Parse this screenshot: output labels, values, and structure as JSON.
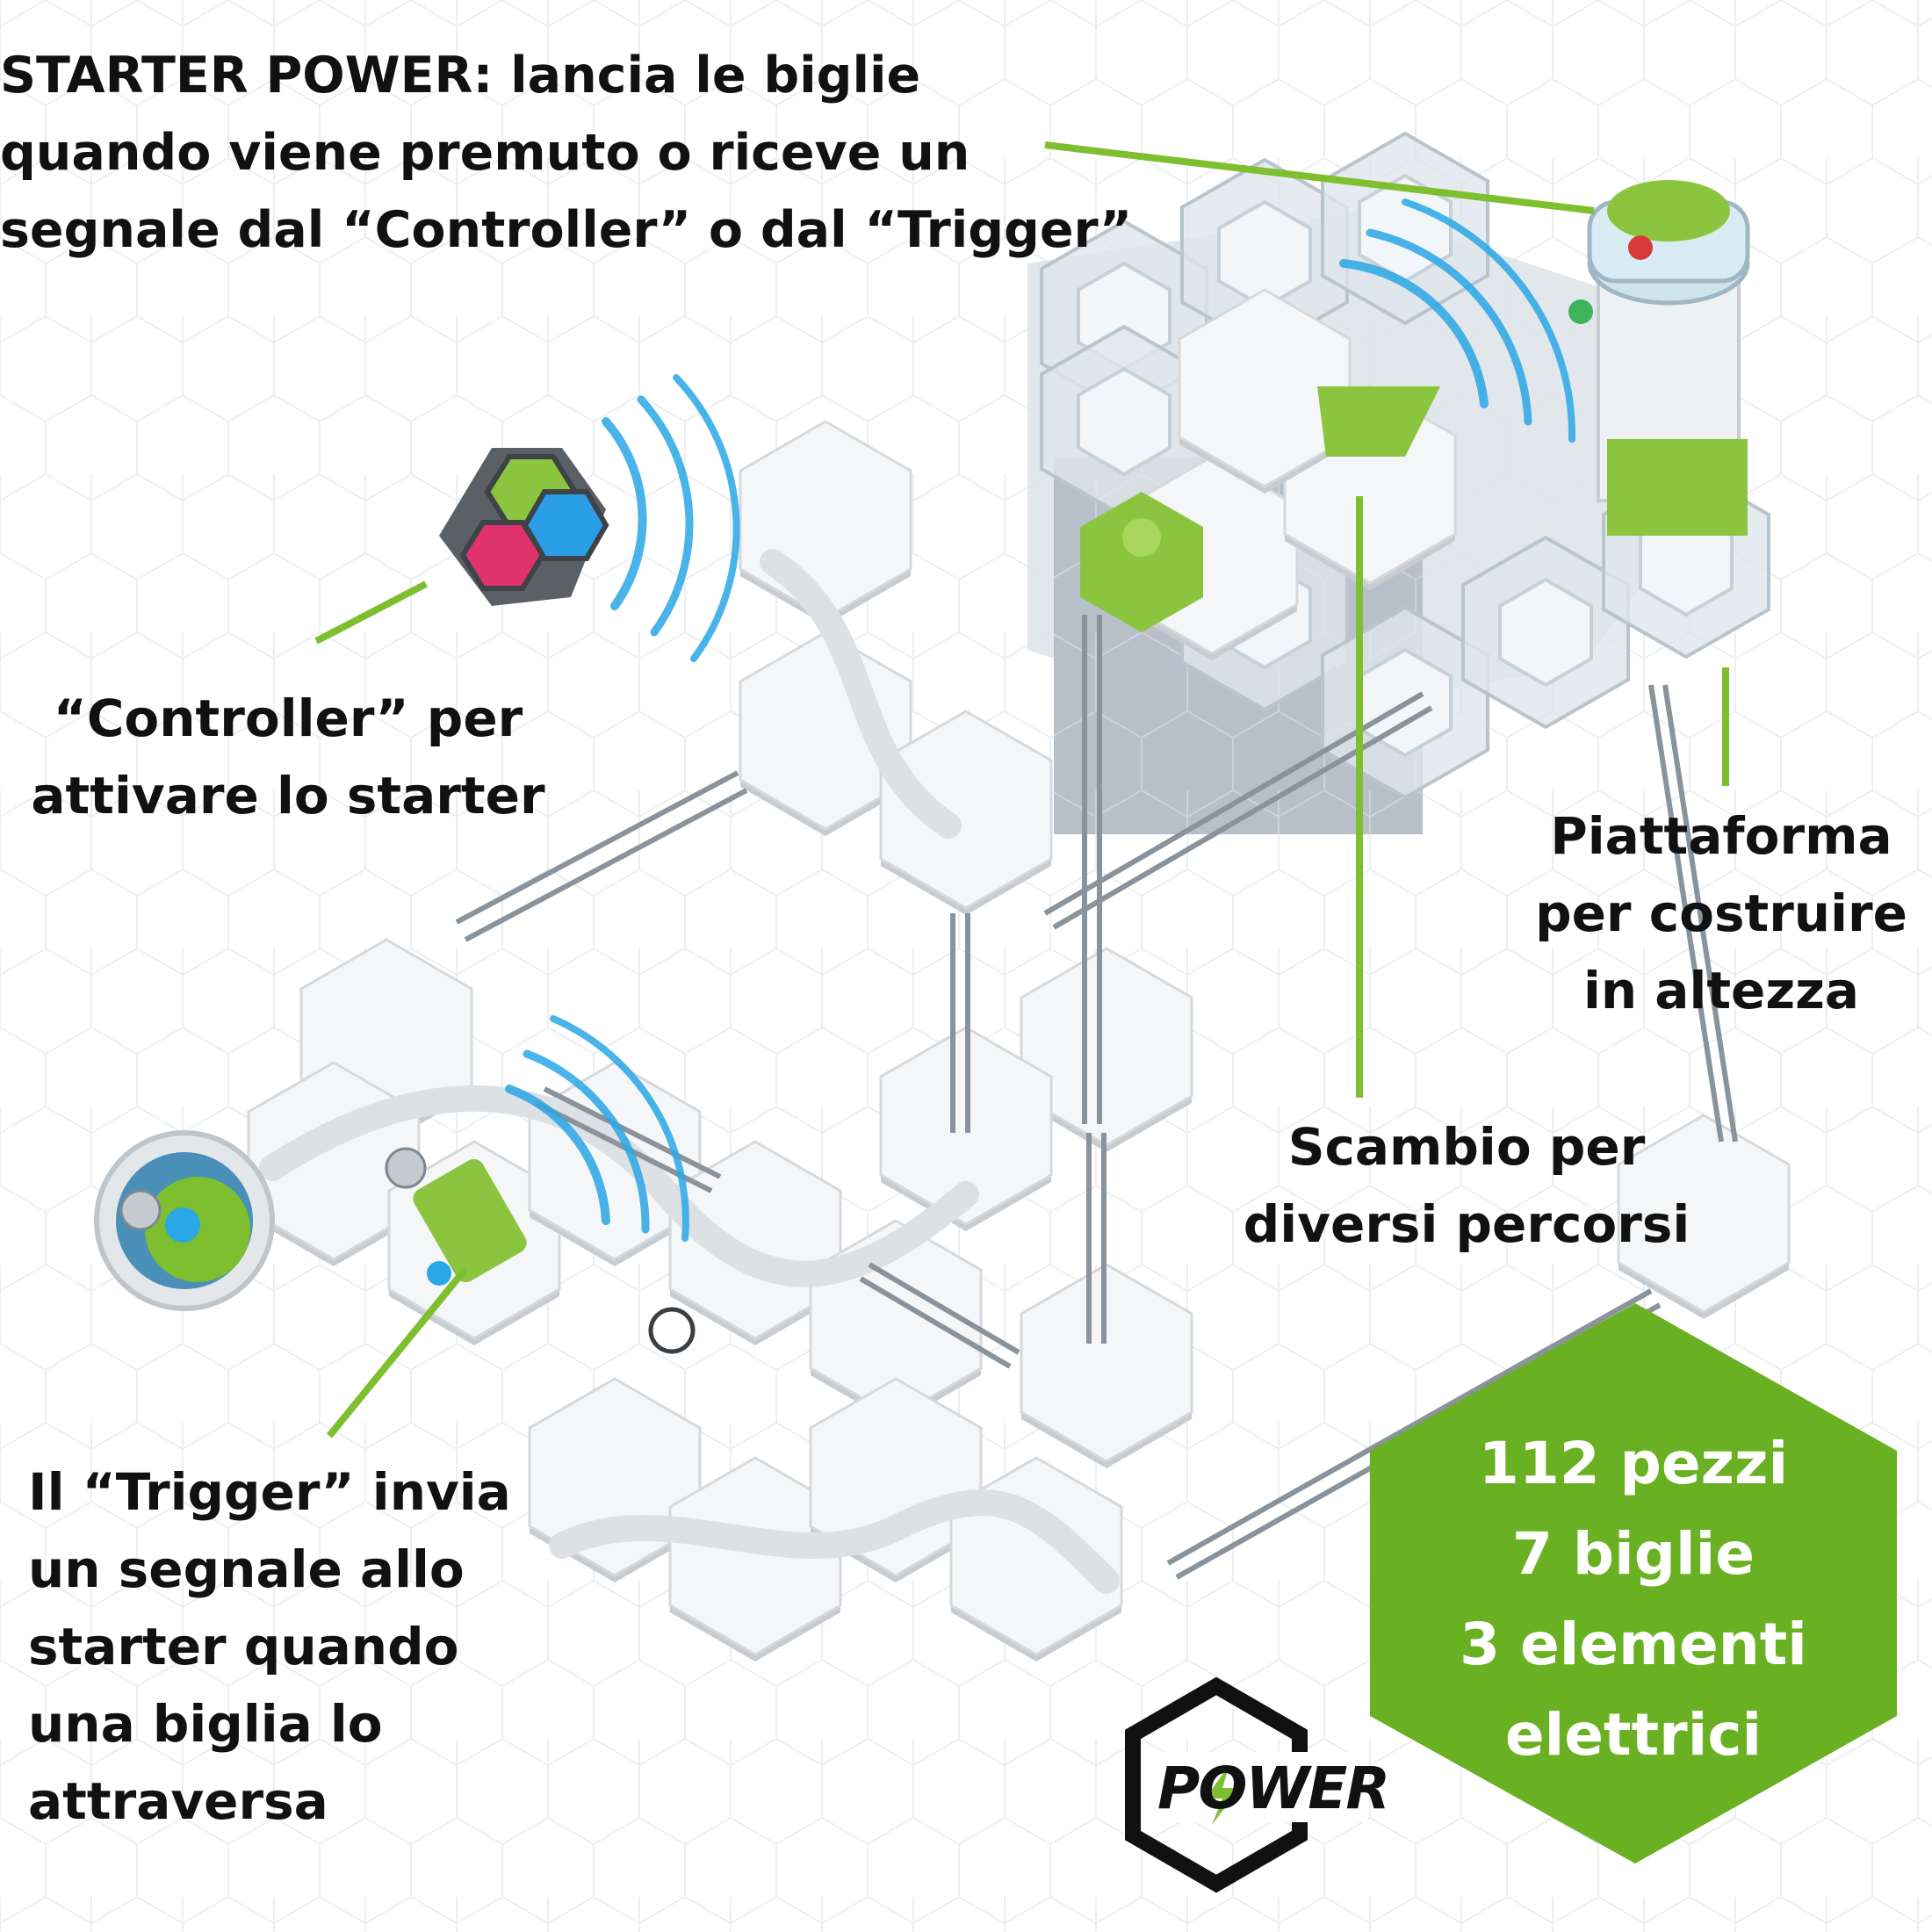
{
  "annotations": {
    "starter": {
      "lines": [
        "STARTER POWER: lancia le biglie",
        "quando viene premuto o riceve un",
        "segnale dal “Controller” o dal “Trigger”"
      ]
    },
    "controller": {
      "lines": [
        "“Controller” per",
        "attivare lo starter"
      ]
    },
    "platform": {
      "lines": [
        "Piattaforma",
        "per costruire",
        "in altezza"
      ]
    },
    "switch": {
      "lines": [
        "Scambio per",
        "diversi percorsi"
      ]
    },
    "trigger": {
      "lines": [
        "Il “Trigger” invia",
        "un segnale allo",
        "starter quando",
        "una biglia lo",
        "attraversa"
      ]
    }
  },
  "badge": {
    "lines": [
      "112 pezzi",
      "7 biglie",
      "3 elementi",
      "elettrici"
    ],
    "color": "#6ab023"
  },
  "logo": {
    "text": "POWER",
    "icon": "lightning-icon"
  },
  "colors": {
    "accent_green": "#7dbf2e",
    "signal_blue": "#2aa7e6",
    "text": "#111111",
    "track_white": "#f4f5f6",
    "track_shadow": "#c9cdd1",
    "platform_grey": "#b9c2c9"
  }
}
